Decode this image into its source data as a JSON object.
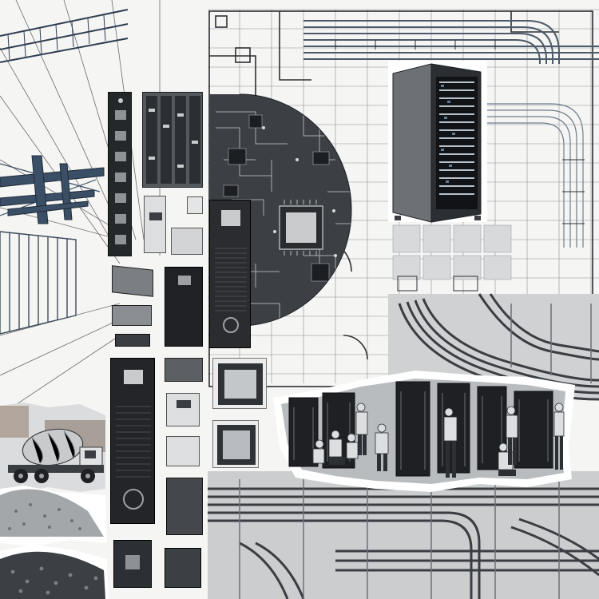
{
  "scene": {
    "style": "grayscale collage",
    "palette": {
      "paper": "#f5f5f3",
      "line": "#2c2f33",
      "grid": "#9a9ea3",
      "steel": "#3a4f66",
      "dark": "#1e2023",
      "mid": "#6d7175",
      "light": "#c9cbcd",
      "accent": "#5e7d9a"
    }
  },
  "panels": [
    {
      "id": "perspective-frame",
      "icon": "steel-frame-icon"
    },
    {
      "id": "blueprint-floorplan",
      "icon": "floorplan-icon"
    },
    {
      "id": "server-rack",
      "icon": "server-rack-icon"
    },
    {
      "id": "circuit-board",
      "icon": "circuit-board-icon"
    },
    {
      "id": "power-distribution-unit",
      "icon": "power-strip-icon"
    },
    {
      "id": "equipment-modules",
      "icon": "module-icon"
    },
    {
      "id": "ups-cabinets",
      "icon": "ups-cabinet-icon"
    },
    {
      "id": "processor-chips",
      "icon": "cpu-chip-icon"
    },
    {
      "id": "cable-trays",
      "icon": "cable-tray-icon"
    },
    {
      "id": "workers-installing-racks",
      "icon": "worker-icon"
    },
    {
      "id": "concrete-mixer-truck",
      "icon": "mixer-truck-icon"
    },
    {
      "id": "gravel-pile",
      "icon": "gravel-icon"
    }
  ],
  "workers": {
    "count": 9
  }
}
